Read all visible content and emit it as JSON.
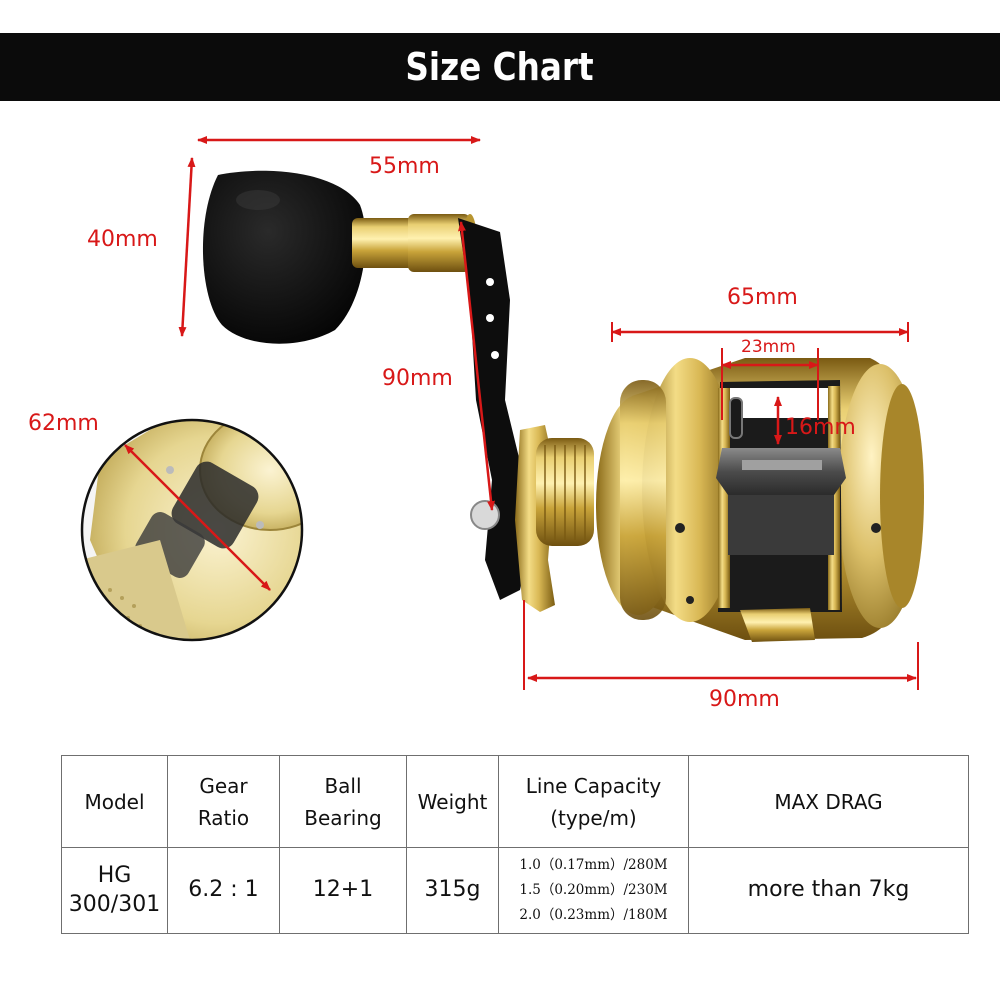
{
  "header": {
    "title": "Size Chart"
  },
  "dimensions": {
    "knob_width": "55mm",
    "knob_height": "40mm",
    "handle_length": "90mm",
    "side_plate": "62mm",
    "spool_width": "65mm",
    "level_wind_width": "23mm",
    "level_wind_height": "16mm",
    "body_length": "90mm"
  },
  "colors": {
    "header_bg": "#0b0b0b",
    "dimension_red": "#d81818",
    "reel_gold": "#c9a83a",
    "knob_black": "#111111"
  },
  "spec_table": {
    "headers": {
      "model": "Model",
      "gear_ratio": [
        "Gear",
        "Ratio"
      ],
      "ball_bearing": [
        "Ball",
        "Bearing"
      ],
      "weight": "Weight",
      "line_capacity": [
        "Line Capacity",
        "(type/m)"
      ],
      "max_drag": "MAX DRAG"
    },
    "row": {
      "model": [
        "HG",
        "300/301"
      ],
      "gear_ratio": "6.2 : 1",
      "ball_bearing": "12+1",
      "weight": "315g",
      "line_capacity": [
        "1.0（0.17mm）/280M",
        "1.5（0.20mm）/230M",
        "2.0（0.23mm）/180M"
      ],
      "max_drag": "more than 7kg"
    }
  }
}
